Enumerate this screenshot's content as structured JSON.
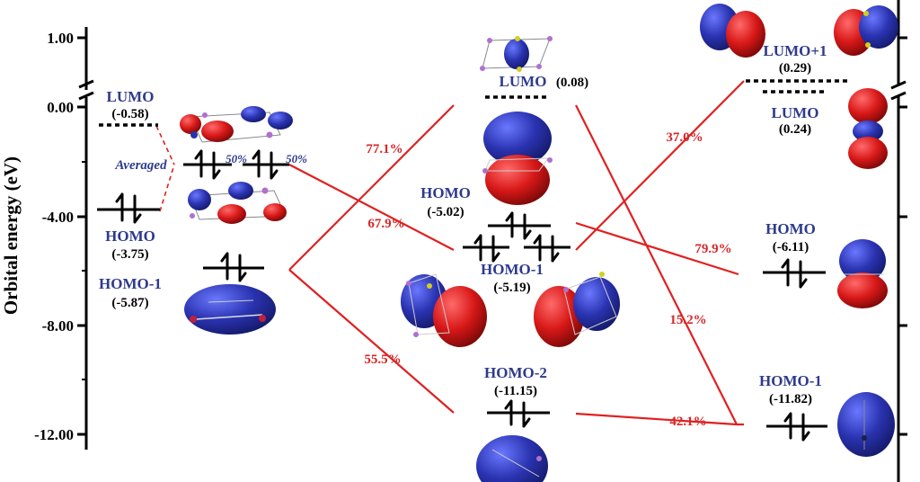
{
  "axis": {
    "title": "Orbital energy (eV)",
    "ticks": [
      "1.00",
      "0.00",
      "-4.00",
      "-8.00",
      "-12.00"
    ]
  },
  "left_column": {
    "lumo": {
      "label": "LUMO",
      "value": "(-0.58)"
    },
    "homo": {
      "label": "HOMO",
      "value": "(-3.75)"
    },
    "homo_minus_1": {
      "label": "HOMO-1",
      "value": "(-5.87)"
    },
    "averaged_label": "Averaged",
    "split_pct_a": "50%",
    "split_pct_b": "50%"
  },
  "middle_column": {
    "lumo": {
      "label": "LUMO",
      "value": "(0.08)"
    },
    "homo": {
      "label": "HOMO",
      "value": "(-5.02)"
    },
    "homo_minus_1": {
      "label": "HOMO-1",
      "value": "(-5.19)"
    },
    "homo_minus_2": {
      "label": "HOMO-2",
      "value": "(-11.15)"
    }
  },
  "right_column": {
    "lumo_plus_1": {
      "label": "LUMO+1",
      "value": "(0.29)"
    },
    "lumo": {
      "label": "LUMO",
      "value": "(0.24)"
    },
    "homo": {
      "label": "HOMO",
      "value": "(-6.11)"
    },
    "homo_minus_1": {
      "label": "HOMO-1",
      "value": "(-11.82)"
    }
  },
  "contributions": {
    "p77_1": "77.1%",
    "p67_9": "67.9%",
    "p55_5": "55.5%",
    "p37_0": "37.0%",
    "p79_9": "79.9%",
    "p15_2": "15.2%",
    "p42_1": "42.1%"
  },
  "colors": {
    "label_blue": "#2e3a8c",
    "percent_red": "#d62728",
    "lobe_blue": "#2a33a8",
    "lobe_red": "#d81818"
  }
}
